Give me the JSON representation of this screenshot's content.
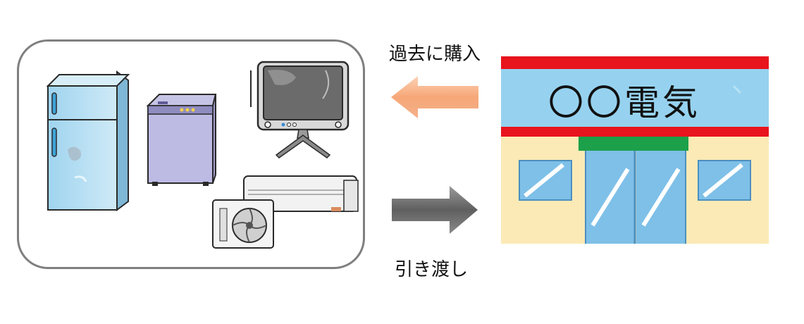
{
  "labels": {
    "past_purchase": "過去に購入",
    "hand_over": "引き渡し"
  },
  "store": {
    "sign_text": "〇〇電気"
  },
  "appliances": [
    "refrigerator-icon",
    "washing-machine-icon",
    "television-icon",
    "air-conditioner-icon"
  ],
  "arrows": {
    "to_user": {
      "direction": "left",
      "color": "#f5a77a"
    },
    "to_store": {
      "direction": "right",
      "color": "#6e6e6e"
    }
  },
  "colors": {
    "box_border": "#7f7f7f",
    "store_red": "#e8141e",
    "store_sign": "#96d2ef",
    "store_wall": "#fbeab5",
    "store_green": "#1ca04a",
    "store_glass": "#7ec0e8"
  }
}
